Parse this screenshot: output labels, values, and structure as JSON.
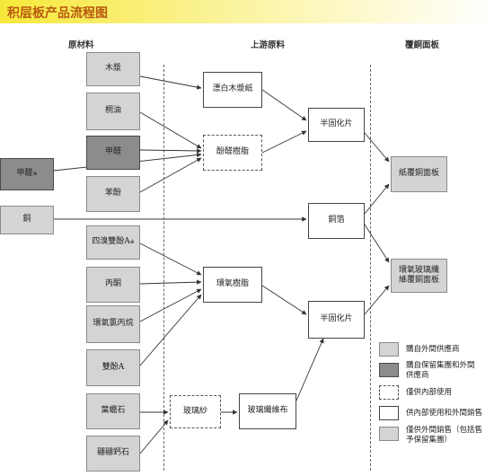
{
  "title": "积层板产品流程图",
  "columns": {
    "raw_materials": "原材料",
    "upstream": "上游原料",
    "ccl": "覆銅面板"
  },
  "raw": {
    "wood_pulp": "木漿",
    "tung_oil": "桐油",
    "formaldehyde_internal": "甲醛",
    "phenol": "苯酚",
    "tbba": "四溴雙酚A",
    "acetone": "丙酮",
    "epichlorohydrin": "環氧氯丙烷",
    "bisphenol_a": "雙酚A",
    "pyrophyllite": "葉蠟石",
    "colemanite": "硼硼鈣石"
  },
  "external": {
    "formaldehyde": "甲醛",
    "copper": "銅"
  },
  "footnote_marker": "※",
  "upstream": {
    "bleached_paper": "漂白木漿紙",
    "phenolic_resin": "酚醛樹脂",
    "epoxy_resin": "環氧樹脂",
    "glass_yarn": "玻璃紗",
    "glass_cloth": "玻璃纖維布",
    "prepreg_top": "半固化片",
    "copper_foil": "銅箔",
    "prepreg_bottom": "半固化片"
  },
  "products": {
    "paper_ccl": "紙覆銅面板",
    "glass_epoxy_ccl": "環氧玻璃纖維覆銅面板"
  },
  "legend": {
    "external_suppliers": "購自外間供應商",
    "retained_group": "購自保留集團和外間供應商",
    "internal_only": "僅供內部使用",
    "internal_and_external": "供內部使用和外間銷售",
    "external_sales": "僅供外間銷售（包括售予保留集團）"
  },
  "colors": {
    "title_bar": "#f6e83a",
    "title_text": "#b85a0e",
    "light_gray": "#d4d4d4",
    "dark_gray": "#8c8c8c"
  }
}
